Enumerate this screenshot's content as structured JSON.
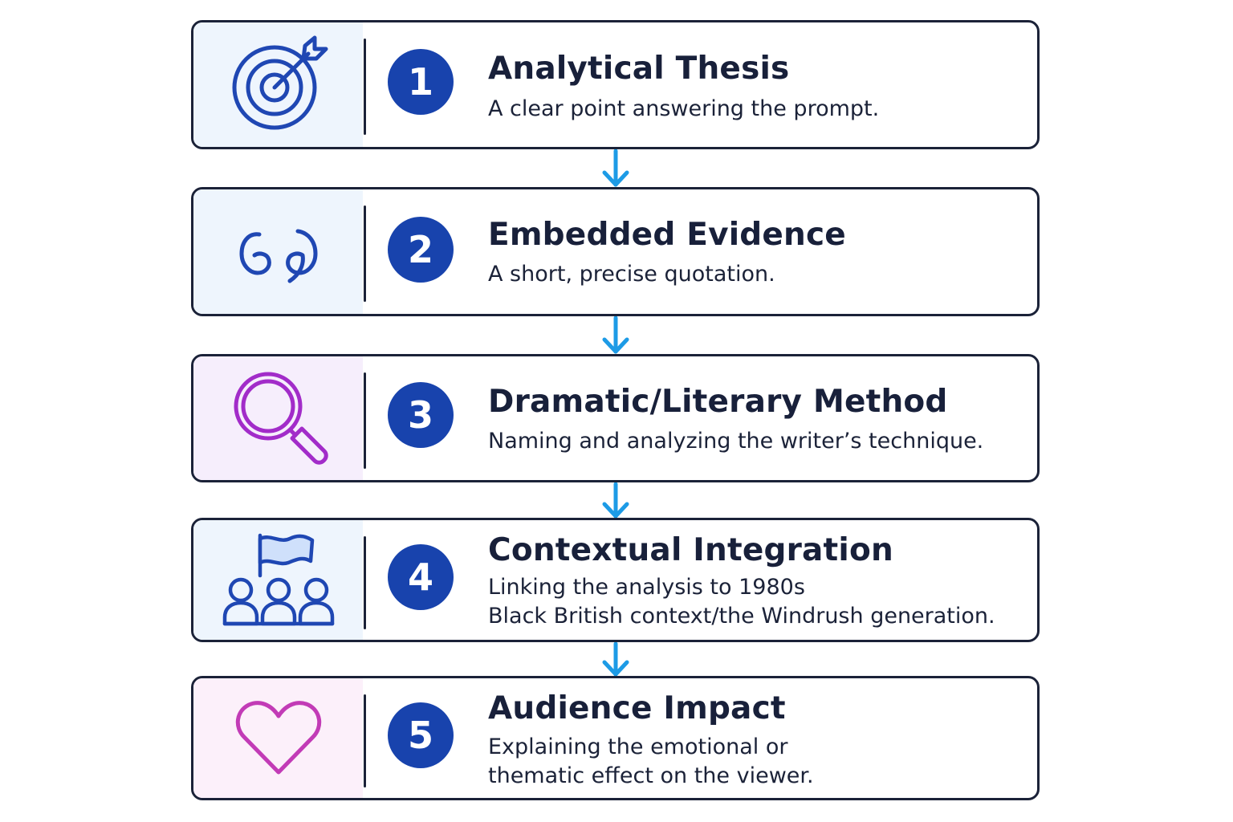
{
  "steps": [
    {
      "number": "1",
      "title": "Analytical Thesis",
      "description": "A clear point answering the prompt.",
      "icon": "target-icon"
    },
    {
      "number": "2",
      "title": "Embedded Evidence",
      "description": "A short, precise quotation.",
      "icon": "quote-marks-icon"
    },
    {
      "number": "3",
      "title": "Dramatic/Literary Method",
      "description": "Naming and analyzing the writer’s technique.",
      "icon": "magnifying-glass-icon"
    },
    {
      "number": "4",
      "title": "Contextual Integration",
      "description": "Linking the analysis to 1980s\nBlack British context/the Windrush generation.",
      "icon": "flag-people-icon"
    },
    {
      "number": "5",
      "title": "Audience Impact",
      "description": "Explaining the emotional or\nthematic effect on the viewer.",
      "icon": "heart-icon"
    }
  ],
  "colors": {
    "badge": "#1843ad",
    "icon_blue": "#1f47b3",
    "icon_purple": "#a22cc9",
    "icon_pink": "#c23bb6",
    "arrow": "#1d9be6",
    "border": "#1b2238"
  }
}
